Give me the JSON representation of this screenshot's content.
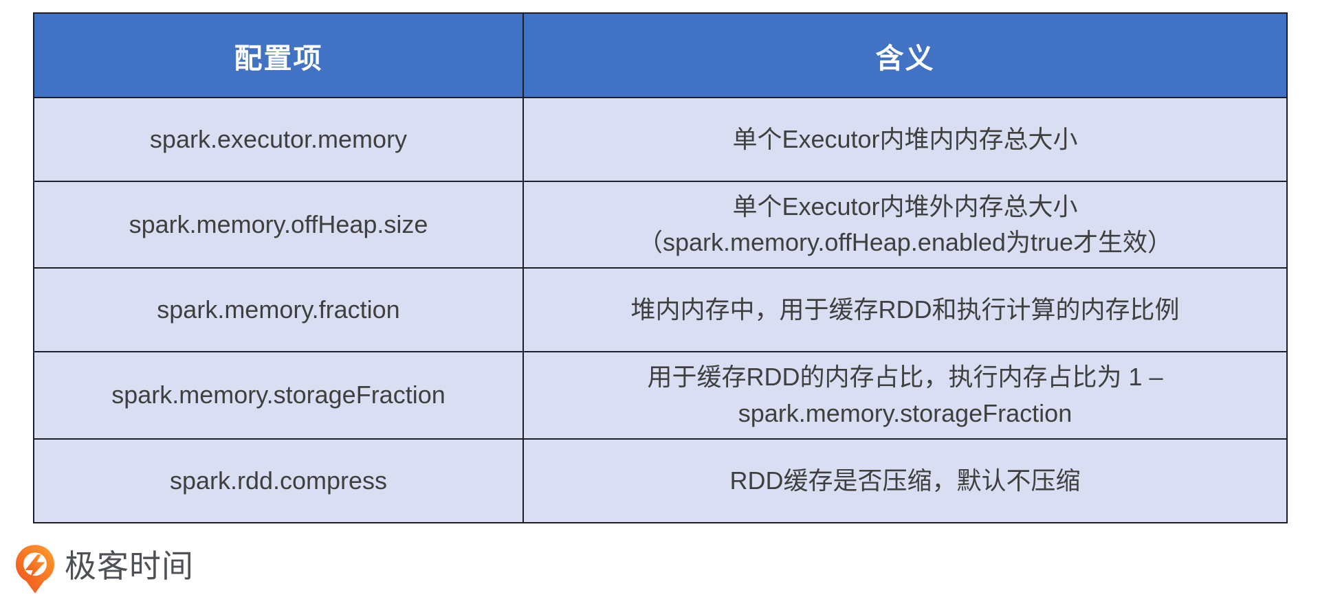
{
  "table": {
    "header": {
      "col1": "配置项",
      "col2": "含义"
    },
    "rows": [
      {
        "key": "spark.executor.memory",
        "meaning": "单个Executor内堆内内存总大小"
      },
      {
        "key": "spark.memory.offHeap.size",
        "meaning": "单个Executor内堆外内存总大小\n（spark.memory.offHeap.enabled为true才生效）"
      },
      {
        "key": "spark.memory.fraction",
        "meaning": "堆内内存中，用于缓存RDD和执行计算的内存比例"
      },
      {
        "key": "spark.memory.storageFraction",
        "meaning": "用于缓存RDD的内存占比，执行内存占比为 1 –\nspark.memory.storageFraction"
      },
      {
        "key": "spark.rdd.compress",
        "meaning": "RDD缓存是否压缩，默认不压缩"
      }
    ],
    "colors": {
      "header_bg": "#4272C3",
      "header_text": "#FFFFFF",
      "row_bg": "#D9DEF2",
      "body_text": "#3F3F3F",
      "border": "#1D1D27"
    }
  },
  "footer": {
    "logo_text": "极客时间",
    "logo_icon": "geektime-pin-icon",
    "logo_orange_light": "#FF9D2B",
    "logo_orange_dark": "#EF4F1F"
  },
  "chart_data": {
    "type": "table",
    "title": "",
    "columns": [
      "配置项",
      "含义"
    ],
    "rows": [
      [
        "spark.executor.memory",
        "单个Executor内堆内内存总大小"
      ],
      [
        "spark.memory.offHeap.size",
        "单个Executor内堆外内存总大小（spark.memory.offHeap.enabled为true才生效）"
      ],
      [
        "spark.memory.fraction",
        "堆内内存中，用于缓存RDD和执行计算的内存比例"
      ],
      [
        "spark.memory.storageFraction",
        "用于缓存RDD的内存占比，执行内存占比为 1 – spark.memory.storageFraction"
      ],
      [
        "spark.rdd.compress",
        "RDD缓存是否压缩，默认不压缩"
      ]
    ],
    "layout": {
      "grid": true,
      "header_bg": "#4272C3",
      "row_bg": "#D9DEF2"
    }
  }
}
